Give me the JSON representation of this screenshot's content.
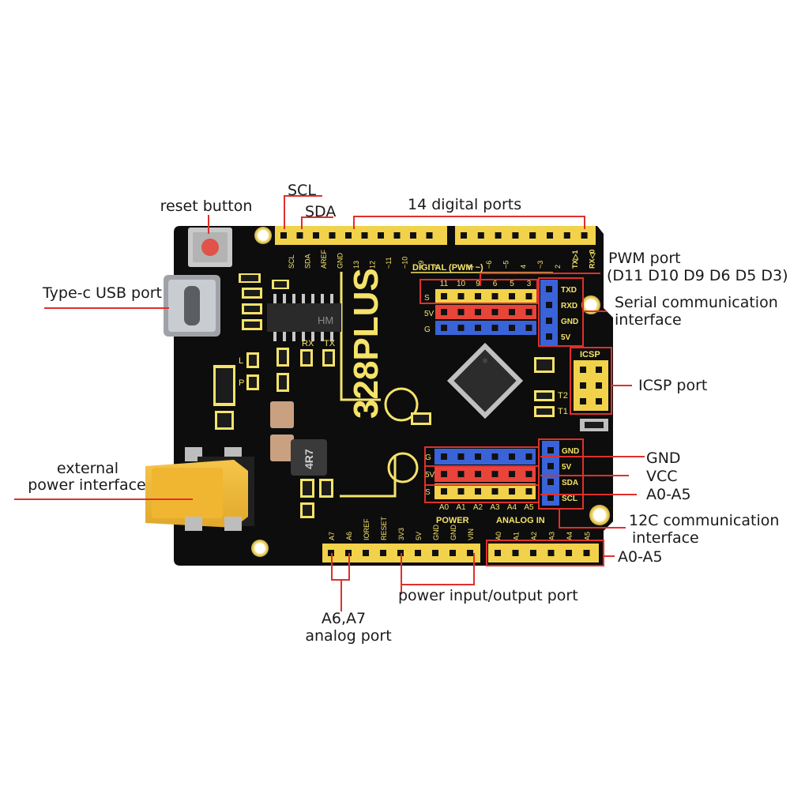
{
  "callouts": {
    "reset_button": "reset button",
    "scl": "SCL",
    "sda": "SDA",
    "digital_ports": "14 digital ports",
    "usb_port": "Type-c USB port",
    "pwm_port_line1": "PWM port",
    "pwm_port_line2": "(D11 D10 D9 D6 D5 D3)",
    "serial_line1": "Serial communication",
    "serial_line2": "interface",
    "icsp_port": "ICSP port",
    "external_power_line1": "external",
    "external_power_line2": "power interface",
    "gnd": "GND",
    "vcc": "VCC",
    "a0_a5_sensor": "A0-A5",
    "i2c_line1": "12C communication",
    "i2c_line2": "interface",
    "a0_a5_header": "A0-A5",
    "power_io": "power input/output port",
    "a6a7_line1": "A6,A7",
    "a6a7_line2": "analog port"
  },
  "board": {
    "brand_text": "328PLUS",
    "inductor_text": "4R7",
    "digital_header_title": "DIGITAL  (PWM ~)",
    "pwm_labels": [
      "11",
      "10",
      "9",
      "6",
      "5",
      "3"
    ],
    "svg_rows": [
      "S",
      "5V",
      "G"
    ],
    "analog_rows": [
      "G",
      "5V",
      "S"
    ],
    "analog_pin_labels": [
      "A0",
      "A1",
      "A2",
      "A3",
      "A4",
      "A5"
    ],
    "top_left_pins": [
      "SCL",
      "SDA",
      "AREF",
      "GND",
      "13",
      "12",
      "~11",
      "~10",
      "~9",
      "8"
    ],
    "top_right_pins": [
      "7",
      "~6",
      "~5",
      "4",
      "~3",
      "2",
      "TX▷1",
      "RX◁0"
    ],
    "serial_labels": [
      "TXD",
      "RXD",
      "GND",
      "5V"
    ],
    "i2c_labels": [
      "GND",
      "5V",
      "SDA",
      "SCL"
    ],
    "icsp_title": "ICSP",
    "power_title": "POWER",
    "power_pins": [
      "A7",
      "A6",
      "IOREF",
      "RESET",
      "3V3",
      "5V",
      "GND",
      "GND",
      "VIN"
    ],
    "analog_title": "ANALOG   IN",
    "analog_header_pins": [
      "A0",
      "A1",
      "A2",
      "A3",
      "A4",
      "A5"
    ],
    "led_labels": [
      "RX",
      "TX",
      "L",
      "P",
      "T2",
      "T1"
    ],
    "chip_text": "HM",
    "colors": {
      "board": "#0d0d0d",
      "silk": "#f5e36a",
      "header": "#f2d24a",
      "red_pin": "#e8443a",
      "blue_pin": "#3a63d8",
      "callout_line": "#e0302a"
    }
  }
}
